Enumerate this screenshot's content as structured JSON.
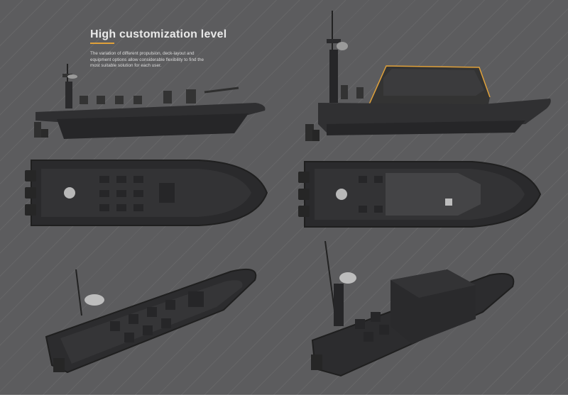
{
  "heading": {
    "title": "High customization level",
    "description": "The variation of different propulsion, deck-layout and equipment options allow considerable flexibility to find the most suitable solution for each user."
  },
  "boats": [
    {
      "model": "open-console-rib",
      "view": "side",
      "icon": "open-rib-side-icon"
    },
    {
      "model": "cabin-rib",
      "view": "side",
      "icon": "cabin-rib-side-icon"
    },
    {
      "model": "open-console-rib",
      "view": "top",
      "icon": "open-rib-top-icon"
    },
    {
      "model": "cabin-rib",
      "view": "top",
      "icon": "cabin-rib-top-icon"
    },
    {
      "model": "open-console-rib",
      "view": "perspective",
      "icon": "open-rib-perspective-icon"
    },
    {
      "model": "cabin-rib",
      "view": "perspective",
      "icon": "cabin-rib-perspective-icon"
    }
  ],
  "colors": {
    "background": "#5c5c5e",
    "accent": "#e0a13a",
    "hull": "#2a2a2c",
    "title_text": "#e9e9e9"
  }
}
